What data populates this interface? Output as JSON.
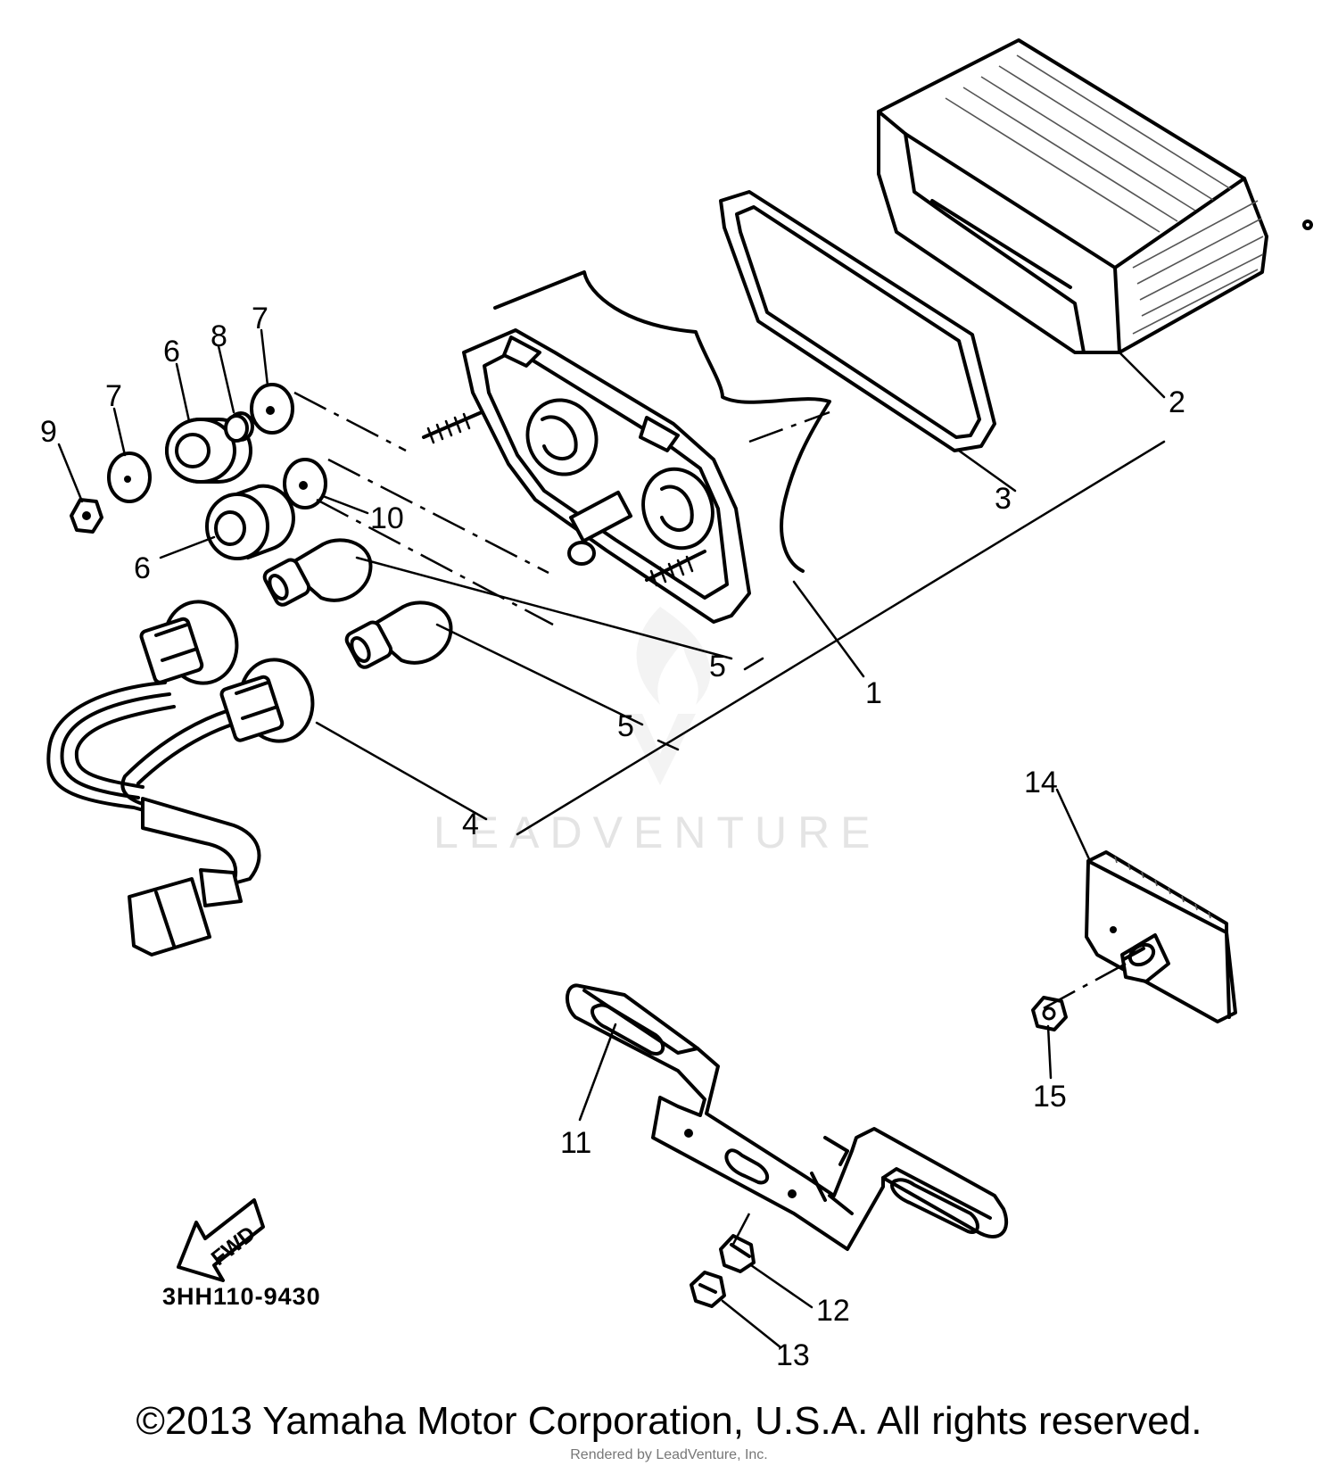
{
  "diagram": {
    "part_code": "3HH110-9430",
    "direction_arrow_label": "FWD",
    "watermark": "LEADVENTURE",
    "callouts": [
      {
        "id": "c1",
        "label": "1"
      },
      {
        "id": "c2",
        "label": "2"
      },
      {
        "id": "c3",
        "label": "3"
      },
      {
        "id": "c4",
        "label": "4"
      },
      {
        "id": "c5a",
        "label": "5"
      },
      {
        "id": "c5b",
        "label": "5"
      },
      {
        "id": "c6a",
        "label": "6"
      },
      {
        "id": "c6b",
        "label": "6"
      },
      {
        "id": "c7a",
        "label": "7"
      },
      {
        "id": "c7b",
        "label": "7"
      },
      {
        "id": "c8",
        "label": "8"
      },
      {
        "id": "c9",
        "label": "9"
      },
      {
        "id": "c10",
        "label": "10"
      },
      {
        "id": "c11",
        "label": "11"
      },
      {
        "id": "c12",
        "label": "12"
      },
      {
        "id": "c13",
        "label": "13"
      },
      {
        "id": "c14",
        "label": "14"
      },
      {
        "id": "c15",
        "label": "15"
      }
    ]
  },
  "footer": {
    "copyright": "©2013 Yamaha Motor Corporation, U.S.A. All rights reserved.",
    "rendered_by": "Rendered by LeadVenture, Inc."
  }
}
